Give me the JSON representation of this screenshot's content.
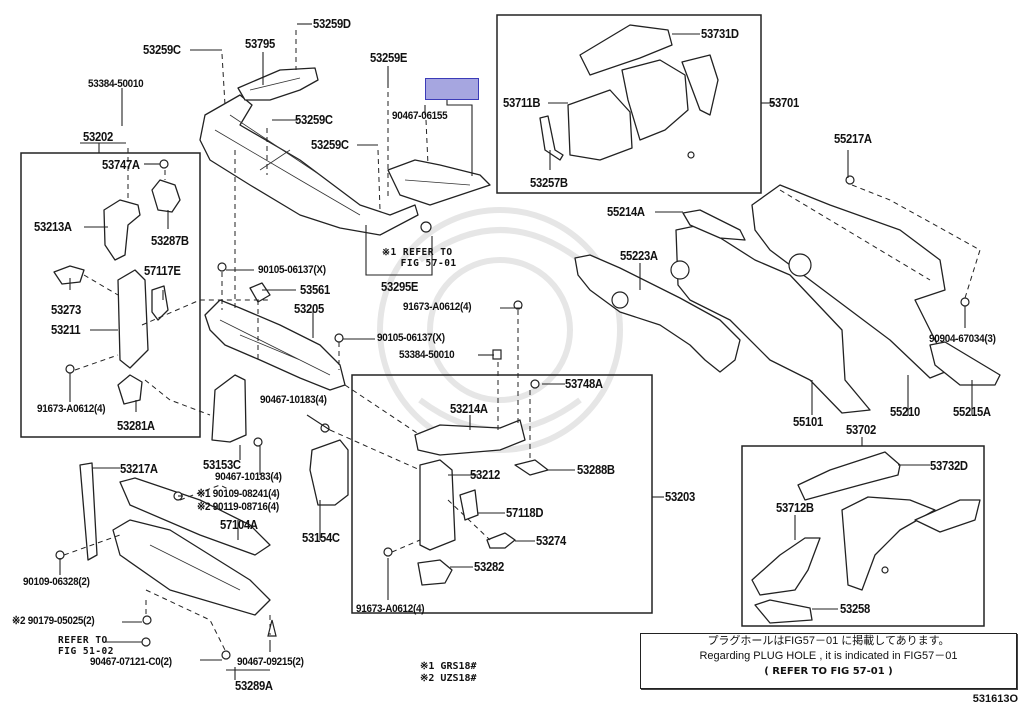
{
  "diagram": {
    "figure_id": "531613O",
    "highlighted_part": "53295E",
    "highlight_color": "#a6a6e0",
    "groups": [
      {
        "group_id": "53202",
        "contains": [
          "53747A",
          "53213A",
          "53287B",
          "53273",
          "57117E",
          "53211",
          "91673-A0612(4)",
          "53281A"
        ]
      },
      {
        "group_id": "53203",
        "contains": [
          "53748A",
          "53214A",
          "53212",
          "53288B",
          "57118D",
          "53274",
          "53282",
          "91673-A0612(4)"
        ]
      },
      {
        "group_id": "53701",
        "contains": [
          "53731D",
          "53711B",
          "53257B"
        ]
      },
      {
        "group_id": "53702",
        "contains": [
          "53732D",
          "53712B",
          "53258"
        ]
      }
    ],
    "labels": {
      "p53259C_a": "53259C",
      "p53795": "53795",
      "p53259D": "53259D",
      "p53259E": "53259E",
      "p53259C_b": "53259C",
      "p53259C_c": "53259C",
      "p90467_06155": "90467-06155",
      "p53384_a": "53384-50010",
      "p53202": "53202",
      "p53747A": "53747A",
      "p53213A": "53213A",
      "p53287B": "53287B",
      "p53273": "53273",
      "p57117E": "57117E",
      "p53211": "53211",
      "p91673_a": "91673-A0612(4)",
      "p53281A": "53281A",
      "p90105_a": "90105-06137(X)",
      "p53561": "53561",
      "p53205": "53205",
      "p90105_b": "90105-06137(X)",
      "p53295E": "53295E",
      "p91673_b": "91673-A0612(4)",
      "p53384_b": "53384-50010",
      "p90467_10183_a": "90467-10183(4)",
      "p53153C": "53153C",
      "p90467_10183_b": "90467-10183(4)",
      "p90109_08241": "※1 90109-08241(4)",
      "p90119_08716": "※2 90119-08716(4)",
      "p53154C": "53154C",
      "p53217A": "53217A",
      "p57104A": "57104A",
      "p90109_06328": "90109-06328(2)",
      "p90179_05025": "※2 90179-05025(2)",
      "p90467_07121": "90467-07121-C0(2)",
      "p90467_09215": "90467-09215(2)",
      "p53289A": "53289A",
      "p53748A": "53748A",
      "p53214A": "53214A",
      "p53212": "53212",
      "p53288B": "53288B",
      "p57118D": "57118D",
      "p53274": "53274",
      "p53282": "53282",
      "p91673_c": "91673-A0612(4)",
      "p53203": "53203",
      "p53731D": "53731D",
      "p53711B": "53711B",
      "p53257B": "53257B",
      "p53701": "53701",
      "p55217A": "55217A",
      "p55214A": "55214A",
      "p55223A": "55223A",
      "p90904_67034": "90904-67034(3)",
      "p55101": "55101",
      "p55210": "55210",
      "p55215A": "55215A",
      "p53702": "53702",
      "p53732D": "53732D",
      "p53712B": "53712B",
      "p53258": "53258"
    },
    "references": {
      "ref_fig57": "※1 REFER TO\n   FIG 57-01",
      "ref_fig51": "REFER TO\nFIG 51-02"
    },
    "legend": {
      "line1": "※1 GRS18#",
      "line2": "※2 UZS18#"
    },
    "note": {
      "japanese": "プラグホールはFIG57－01 に掲載してあります。",
      "english": "Regarding  PLUG HOLE , it is  indicated  in  FIG57－01",
      "refer": "(      REFER TO FIG 57-01      )"
    }
  }
}
